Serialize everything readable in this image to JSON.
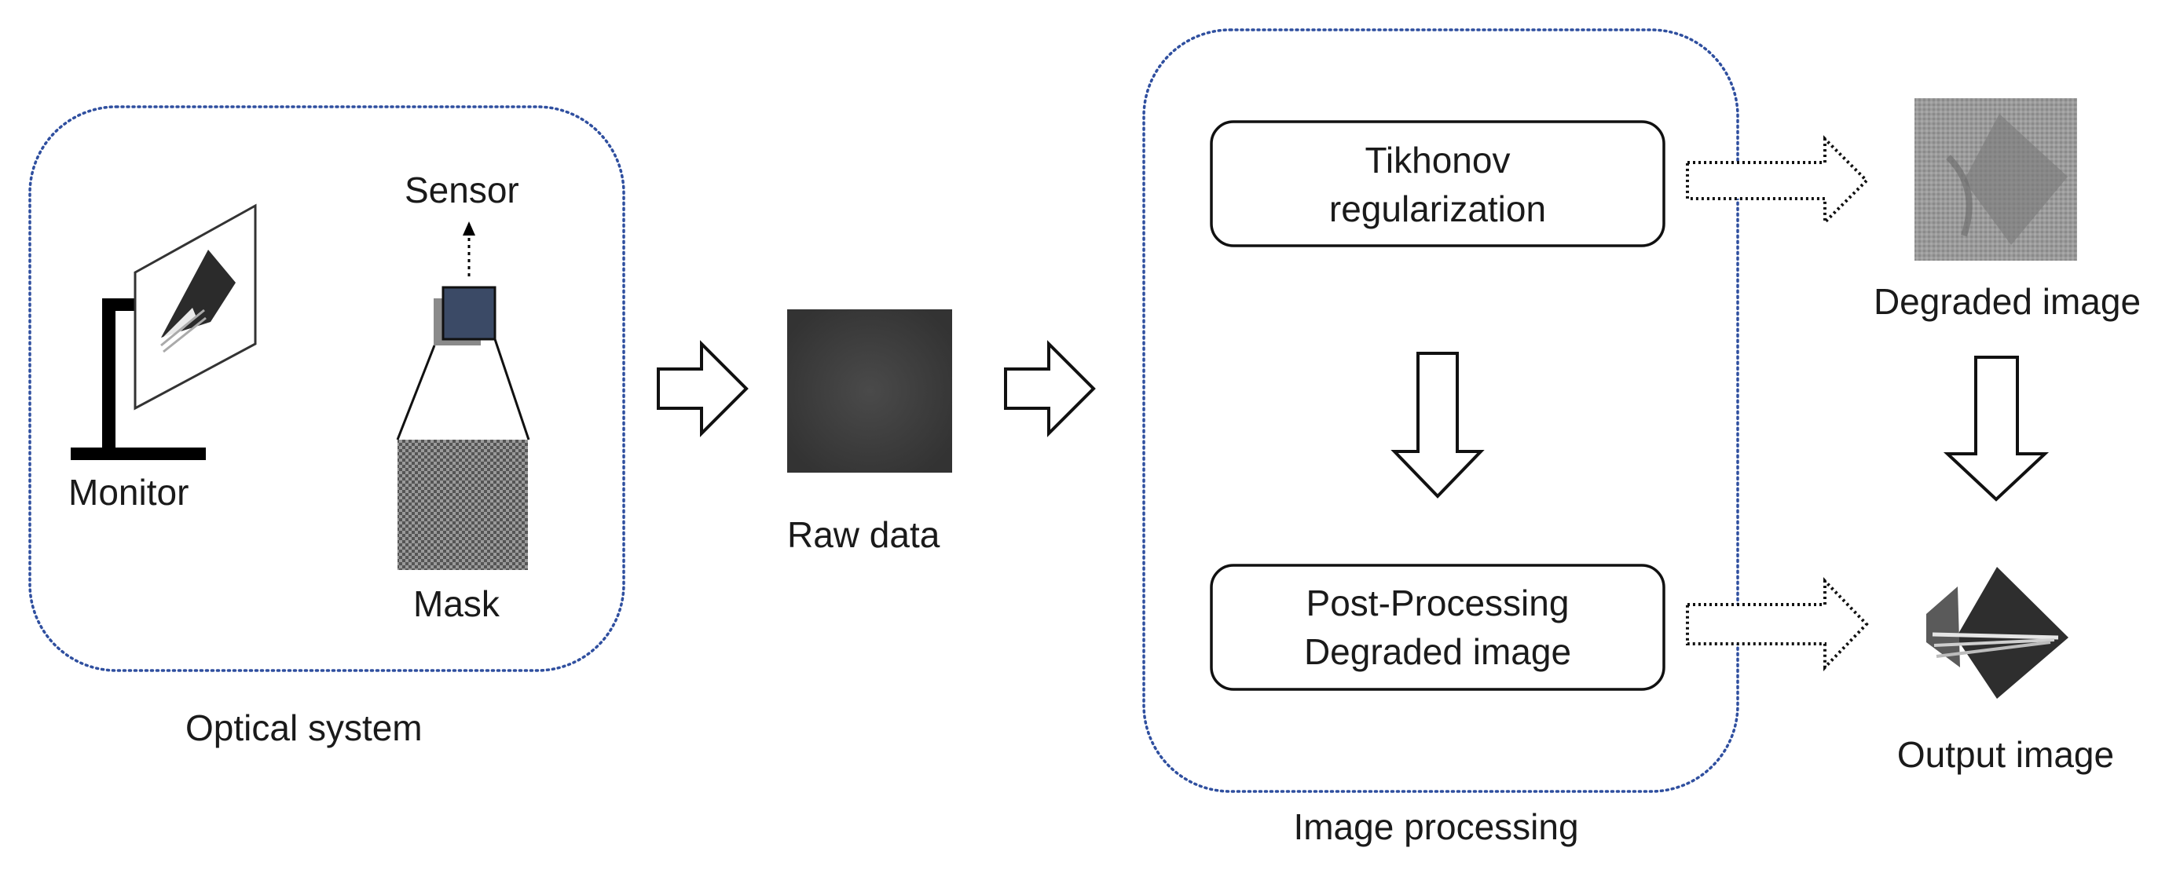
{
  "optical_system": {
    "title": "Optical system",
    "monitor_label": "Monitor",
    "sensor_label": "Sensor",
    "mask_label": "Mask"
  },
  "raw_data": {
    "label": "Raw data"
  },
  "image_processing": {
    "title": "Image processing",
    "step1": {
      "line1": "Tikhonov",
      "line2": "regularization"
    },
    "step2": {
      "line1": "Post-Processing",
      "line2": "Degraded image"
    }
  },
  "outputs": {
    "degraded_label": "Degraded image",
    "output_label": "Output image"
  },
  "colors": {
    "panel_border": "#2f4f9f",
    "sensor_fill": "#3b4a66",
    "raw_data_fill": "#3c3c3c"
  },
  "icons": {
    "monitor": "monitor-icon",
    "sensor": "sensor-icon",
    "mask": "mask-pattern-icon",
    "logo": "diamond-logo-icon"
  }
}
